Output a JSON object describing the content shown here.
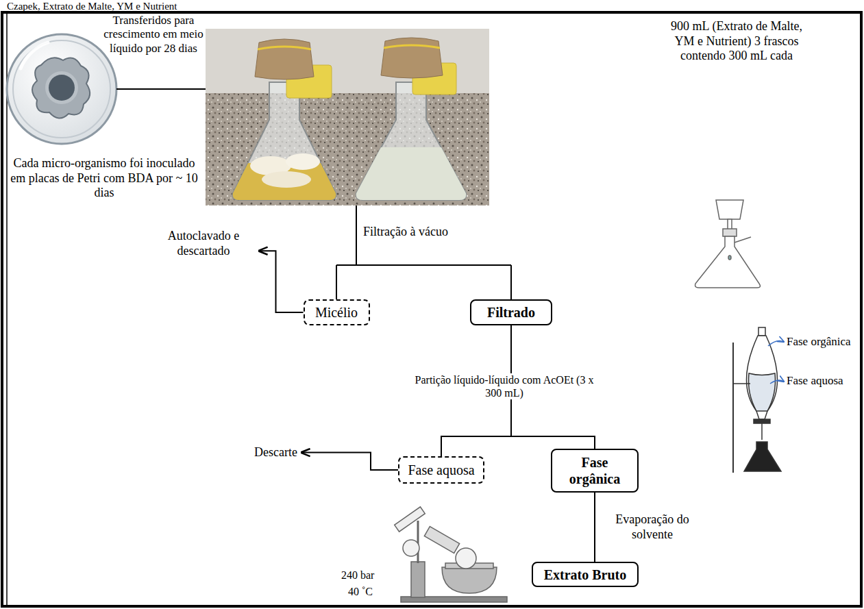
{
  "diagram": {
    "nodes": [
      {
        "text": [
          "Micélio"
        ]
      },
      {
        "text": [
          "Filtrado"
        ]
      },
      {
        "text": [
          "Fase aquosa"
        ]
      },
      {
        "text": [
          "Fase orgânica"
        ]
      },
      {
        "text": [
          "Extrato Bruto"
        ]
      }
    ],
    "edges": [
      {
        "from": 1,
        "to": 2,
        "arrow": "none"
      },
      {
        "from": 1,
        "to": 3,
        "arrow": "none"
      },
      {
        "from": 3,
        "to": 4,
        "arrow": "none",
        "label": "Evaporação do solvente"
      }
    ],
    "labels": [
      "Czapek, Extrato de Malte, YM e Nutrient",
      "Transferidos para crescimento em meio líquido por 28 dias",
      "900 mL (Extrato de Malte, YM e Nutrient) 3 frascos contendo 300 mL cada",
      "Cada micro-organismo foi inoculado em placas de Petri com BDA por ~ 10 dias",
      "Filtração à vácuo",
      "Autoclavado e descartado",
      "Partição líquido-líquido com AcOEt (3 x 300 mL)",
      "Fase orgânica",
      "Fase aquosa",
      "Descarte",
      "240 bar",
      "40 ˚C"
    ]
  }
}
